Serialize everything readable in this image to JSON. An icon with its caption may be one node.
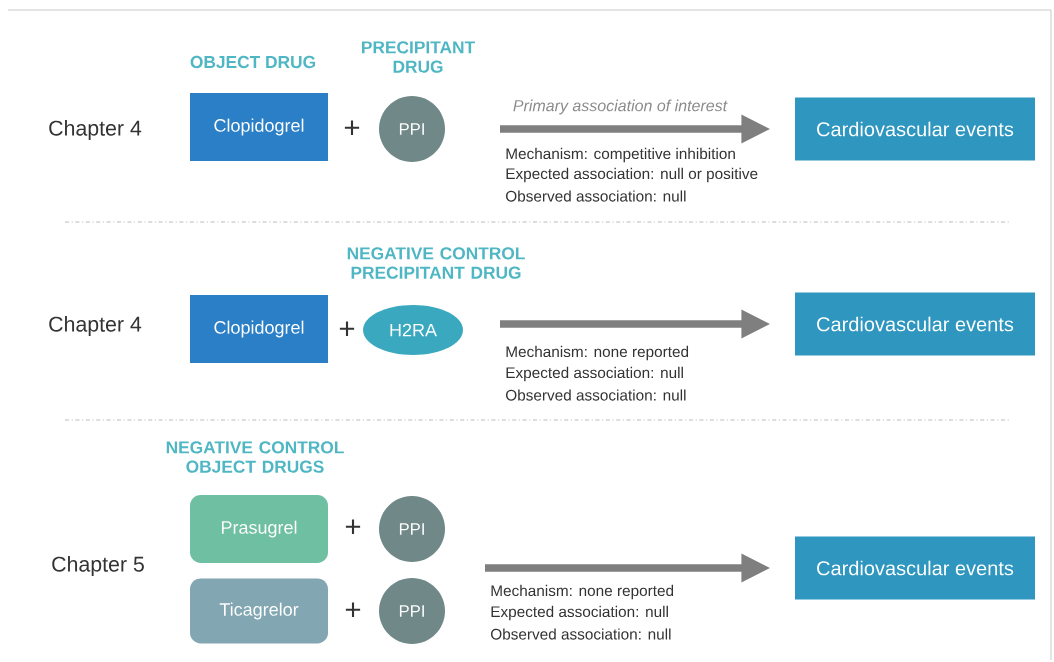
{
  "diagram": {
    "nodes": [
      {
        "text": [
          "Clopidogrel"
        ]
      },
      {
        "text": [
          "PPI"
        ]
      },
      {
        "text": [
          "Cardiovascular events"
        ]
      },
      {
        "text": [
          "Clopidogrel"
        ]
      },
      {
        "text": [
          "H2RA"
        ]
      },
      {
        "text": [
          "Cardiovascular events"
        ]
      },
      {
        "text": [
          "Prasugrel"
        ]
      },
      {
        "text": [
          "PPI"
        ]
      },
      {
        "text": [
          "Ticagrelor"
        ]
      },
      {
        "text": [
          "PPI"
        ]
      },
      {
        "text": [
          "Cardiovascular events"
        ]
      }
    ],
    "edges": [
      {
        "from": null,
        "to": 2,
        "arrow": "to",
        "label": "Primary association of interest"
      },
      {
        "from": null,
        "to": 5,
        "arrow": "to"
      },
      {
        "from": null,
        "to": 10,
        "arrow": "to"
      }
    ],
    "labels": [
      "OBJECT DRUG",
      "PRECIPITANT DRUG",
      "Chapter 4",
      "+",
      "Mechanism: competitive inhibition",
      "Expected association: null or positive",
      "Observed association: null",
      "NEGATIVE CONTROL PRECIPITANT DRUG",
      "Chapter 4",
      "+",
      "Mechanism: none reported",
      "Expected association: null",
      "Observed association: null",
      "NEGATIVE CONTROL OBJECT DRUGS",
      "Chapter 5",
      "+",
      "+",
      "Mechanism: none reported",
      "Expected association: null",
      "Observed association: null"
    ]
  }
}
